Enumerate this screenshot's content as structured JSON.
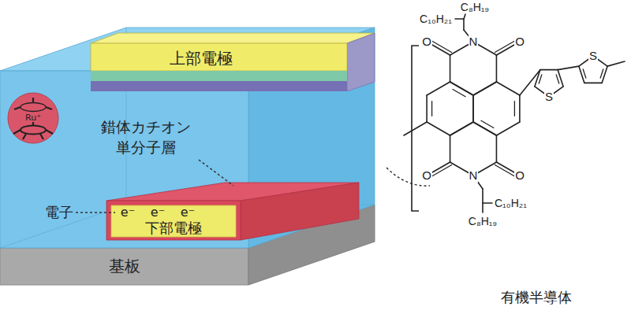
{
  "diagram": {
    "nodes": [
      {
        "text": [
          "上部電極"
        ]
      },
      {
        "text": [
          "Ru⁺"
        ]
      },
      {
        "text": [
          "下部電極"
        ]
      },
      {
        "text": [
          "基板"
        ]
      }
    ],
    "labels": [
      "錯体カチオン 単分子層",
      "電子",
      "e⁻",
      "e⁻",
      "e⁻",
      "C₈H₁₉",
      "C₁₀H₂₁",
      "N",
      "O",
      "O",
      "S",
      "S",
      "O",
      "O",
      "N",
      "C₁₀H₂₁",
      "C₈H₁₉",
      "有機半導体"
    ]
  }
}
